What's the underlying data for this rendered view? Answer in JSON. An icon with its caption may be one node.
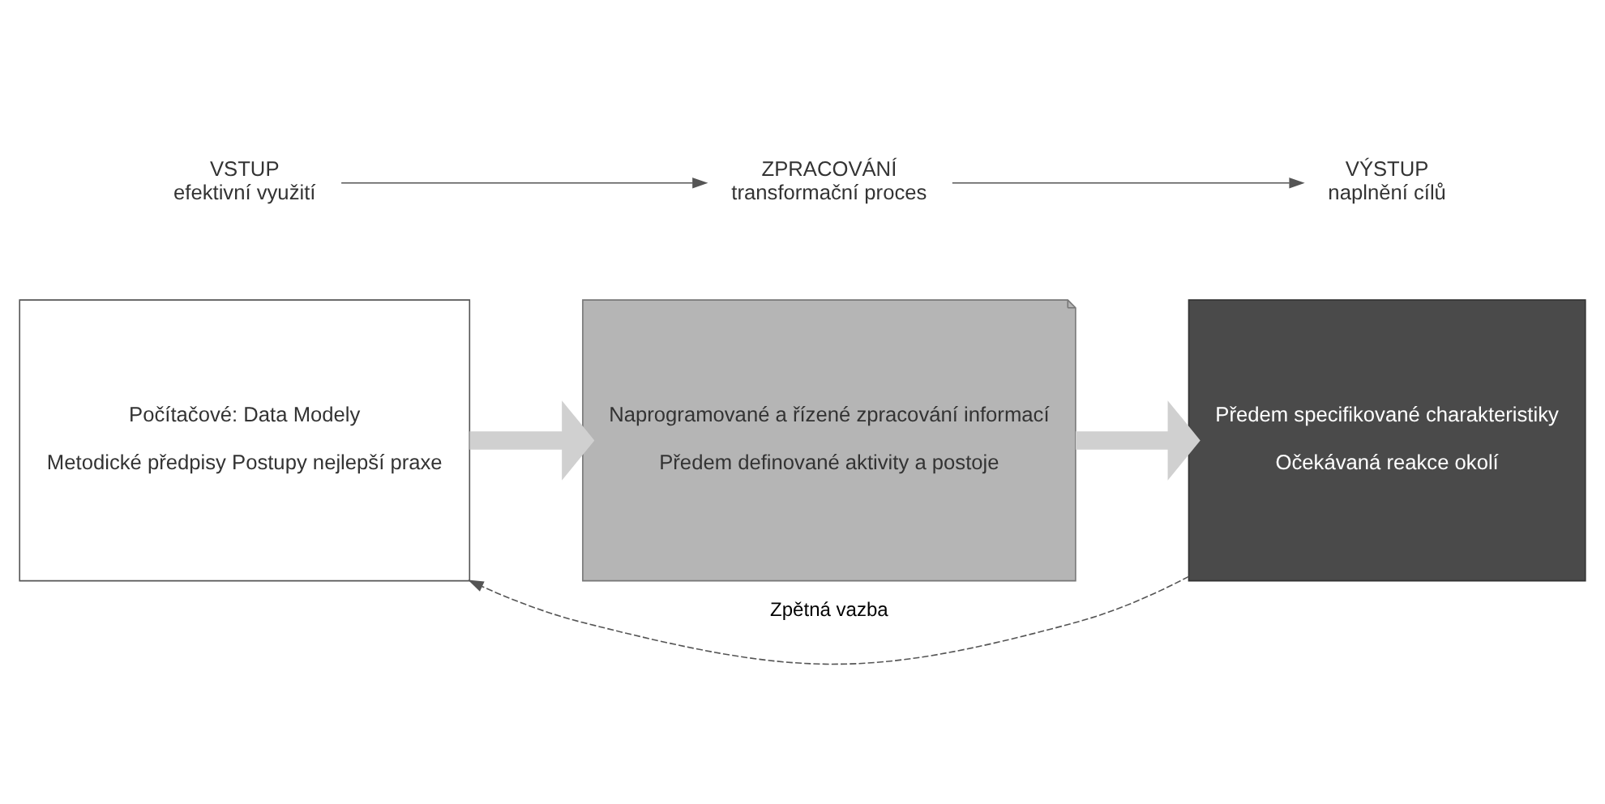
{
  "diagram": {
    "nodes": [
      {
        "text": [
          "VSTUP",
          "efektivní využití"
        ]
      },
      {
        "text": [
          "ZPRACOVÁNÍ",
          "transformační proces"
        ]
      },
      {
        "text": [
          "VÝSTUP",
          "naplnění cílů"
        ]
      },
      {
        "text": [
          "Počítačové: Data Modely",
          "Metodické předpisy Postupy nejlepší praxe"
        ]
      },
      {
        "text": [
          "Naprogramované a řízené zpracování informací",
          "Předem definované aktivity a postoje"
        ]
      },
      {
        "text": [
          "Předem specifikované charakteristiky",
          "Očekávaná reakce okolí"
        ]
      }
    ],
    "edges": [
      {
        "from": 0,
        "to": 1,
        "arrow": "to"
      },
      {
        "from": 1,
        "to": 2,
        "arrow": "to"
      },
      {
        "from": 3,
        "to": 4,
        "arrow": "to",
        "style": "thick",
        "color": "#d0d0d0"
      },
      {
        "from": 4,
        "to": 5,
        "arrow": "to",
        "style": "thick",
        "color": "#d0d0d0"
      },
      {
        "from": 5,
        "to": 3,
        "arrow": "to",
        "style": "dashed",
        "label": "Zpětná vazba"
      }
    ]
  }
}
